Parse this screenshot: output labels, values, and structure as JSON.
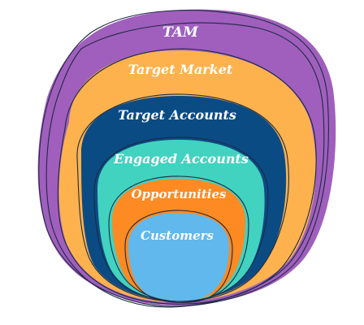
{
  "layers": [
    {
      "name": "TAM",
      "color": "#a05fbd"
    },
    {
      "name": "Target Market",
      "color": "#fdb24e"
    },
    {
      "name": "Target Accounts",
      "color": "#0b4b84"
    },
    {
      "name": "Engaged Accounts",
      "color": "#42d2c0"
    },
    {
      "name": "Opportunities",
      "color": "#fd8a22"
    },
    {
      "name": "Customers",
      "color": "#61b8ec"
    }
  ],
  "outline_color": "#1d2a44"
}
